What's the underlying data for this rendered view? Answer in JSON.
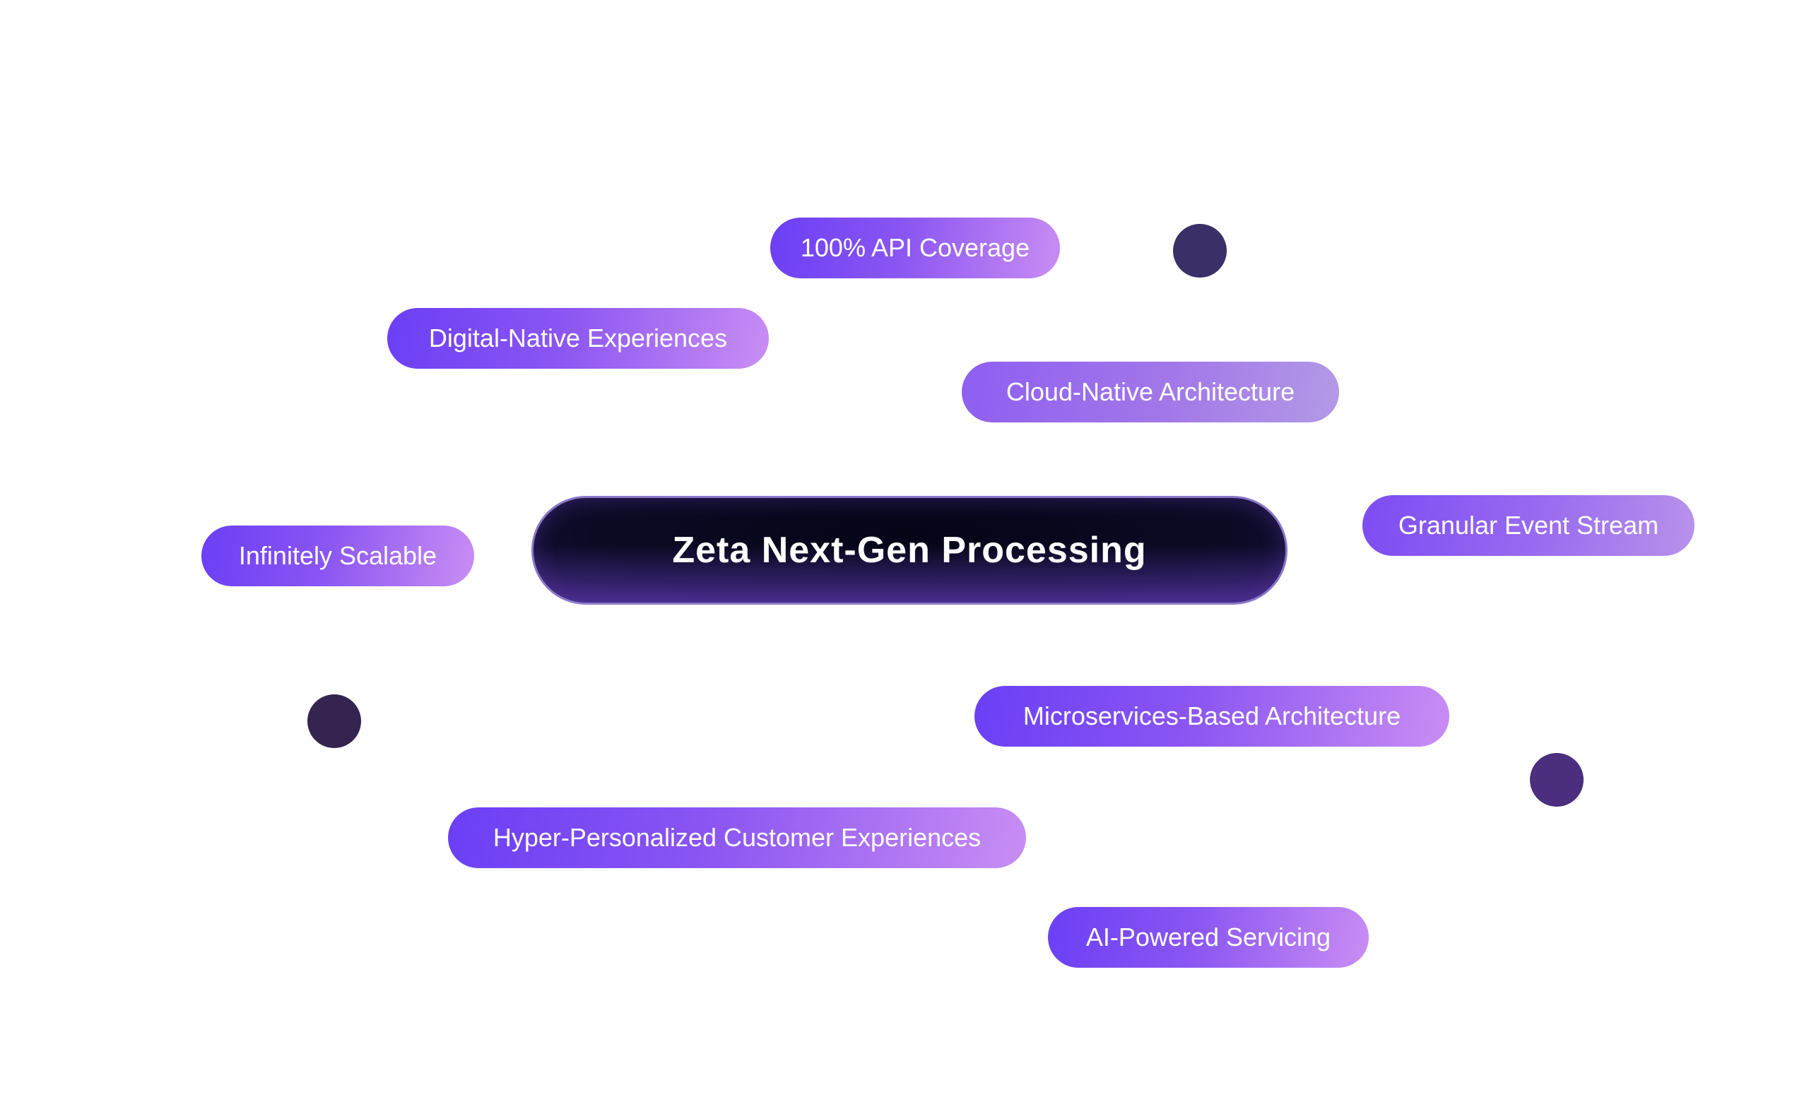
{
  "center": {
    "title": "Zeta Next-Gen Processing"
  },
  "pills": [
    {
      "label": "100% API Coverage"
    },
    {
      "label": "Digital-Native Experiences"
    },
    {
      "label": "Cloud-Native Architecture"
    },
    {
      "label": "Infinitely Scalable"
    },
    {
      "label": "Granular Event Stream"
    },
    {
      "label": "Microservices-Based Architecture"
    },
    {
      "label": "Hyper-Personalized Customer Experiences"
    },
    {
      "label": "AI-Powered Servicing"
    }
  ],
  "colors": {
    "pill_start": "#6a3ff5",
    "pill_end": "#c98ef3",
    "center_bg": "#0b0a24",
    "dot_top": "#3a2f66",
    "dot_left": "#34244f",
    "dot_right": "#4b2e7e"
  }
}
